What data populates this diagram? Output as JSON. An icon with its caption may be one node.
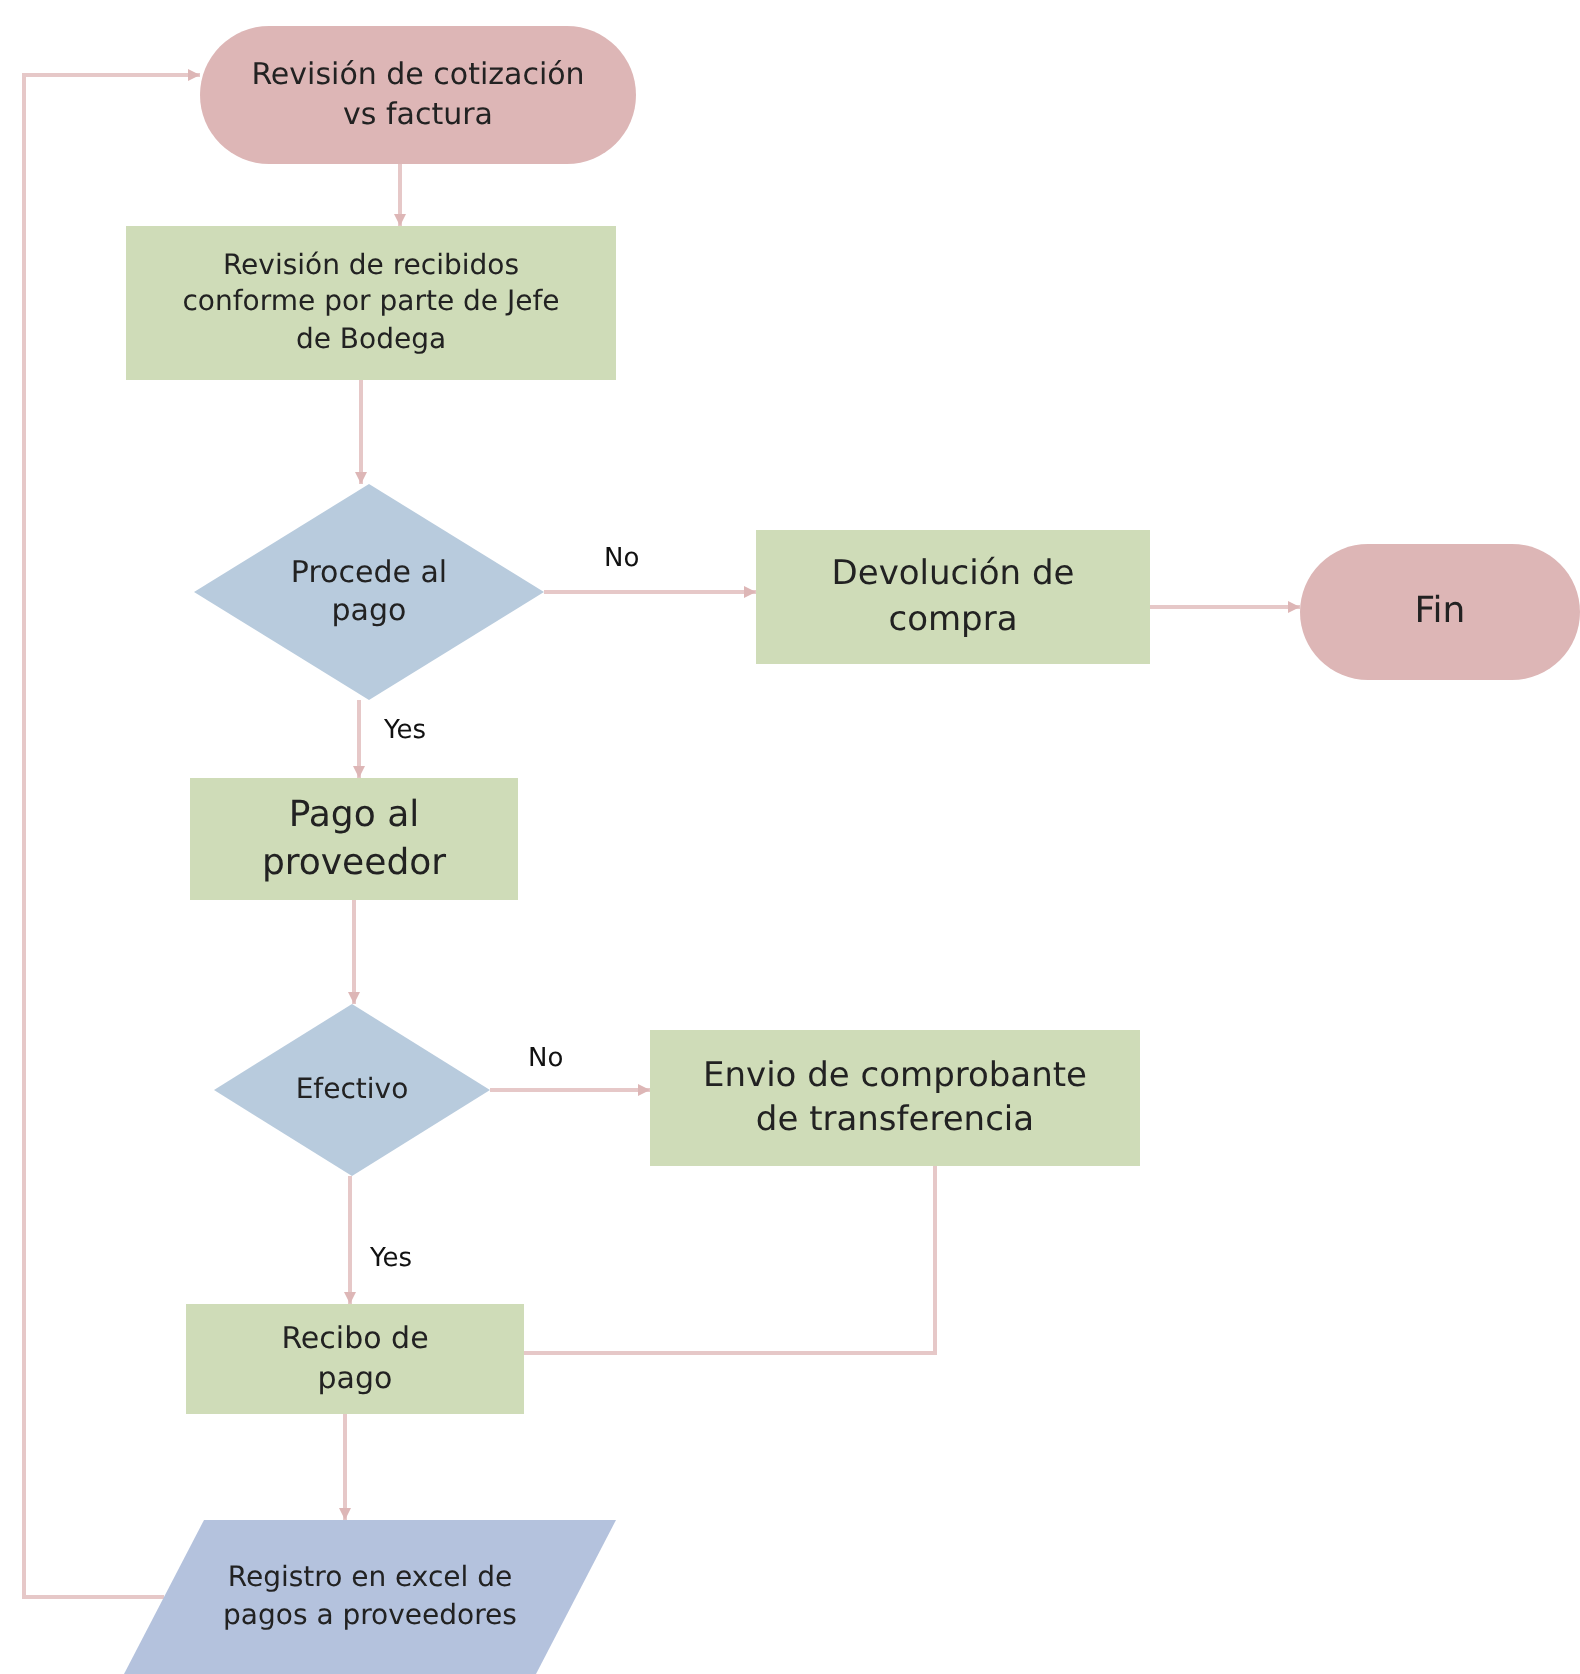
{
  "diagram": {
    "nodes": [
      {
        "text": [
          "Revisión de cotización vs factura"
        ]
      },
      {
        "text": [
          "Revisión de recibidos conforme por parte de Jefe de Bodega"
        ]
      },
      {
        "text": [
          "Procede al pago"
        ]
      },
      {
        "text": [
          "Devolución de compra"
        ]
      },
      {
        "text": [
          "Fin"
        ]
      },
      {
        "text": [
          "Pago al proveedor"
        ]
      },
      {
        "text": [
          "Efectivo"
        ]
      },
      {
        "text": [
          "Envio de comprobante de transferencia"
        ]
      },
      {
        "text": [
          "Recibo de pago"
        ]
      },
      {
        "text": [
          "Registro en excel de pagos a proveedores"
        ]
      }
    ],
    "edges": [
      {
        "from": 0,
        "to": 1,
        "arrow": "to"
      },
      {
        "from": 1,
        "to": 2,
        "arrow": "to"
      },
      {
        "from": 2,
        "to": 3,
        "arrow": "to",
        "label": "No"
      },
      {
        "from": 3,
        "to": 4,
        "arrow": "to"
      },
      {
        "from": 2,
        "to": 5,
        "arrow": "to",
        "label": "Yes"
      },
      {
        "from": 5,
        "to": 6,
        "arrow": "to"
      },
      {
        "from": 6,
        "to": 7,
        "arrow": "to",
        "label": "No"
      },
      {
        "from": 6,
        "to": 8,
        "arrow": "to",
        "label": "Yes"
      },
      {
        "from": 7,
        "to": 8,
        "arrow": "none"
      },
      {
        "from": 8,
        "to": 9,
        "arrow": "to"
      },
      {
        "from": 9,
        "to": 0,
        "arrow": "to"
      }
    ]
  }
}
